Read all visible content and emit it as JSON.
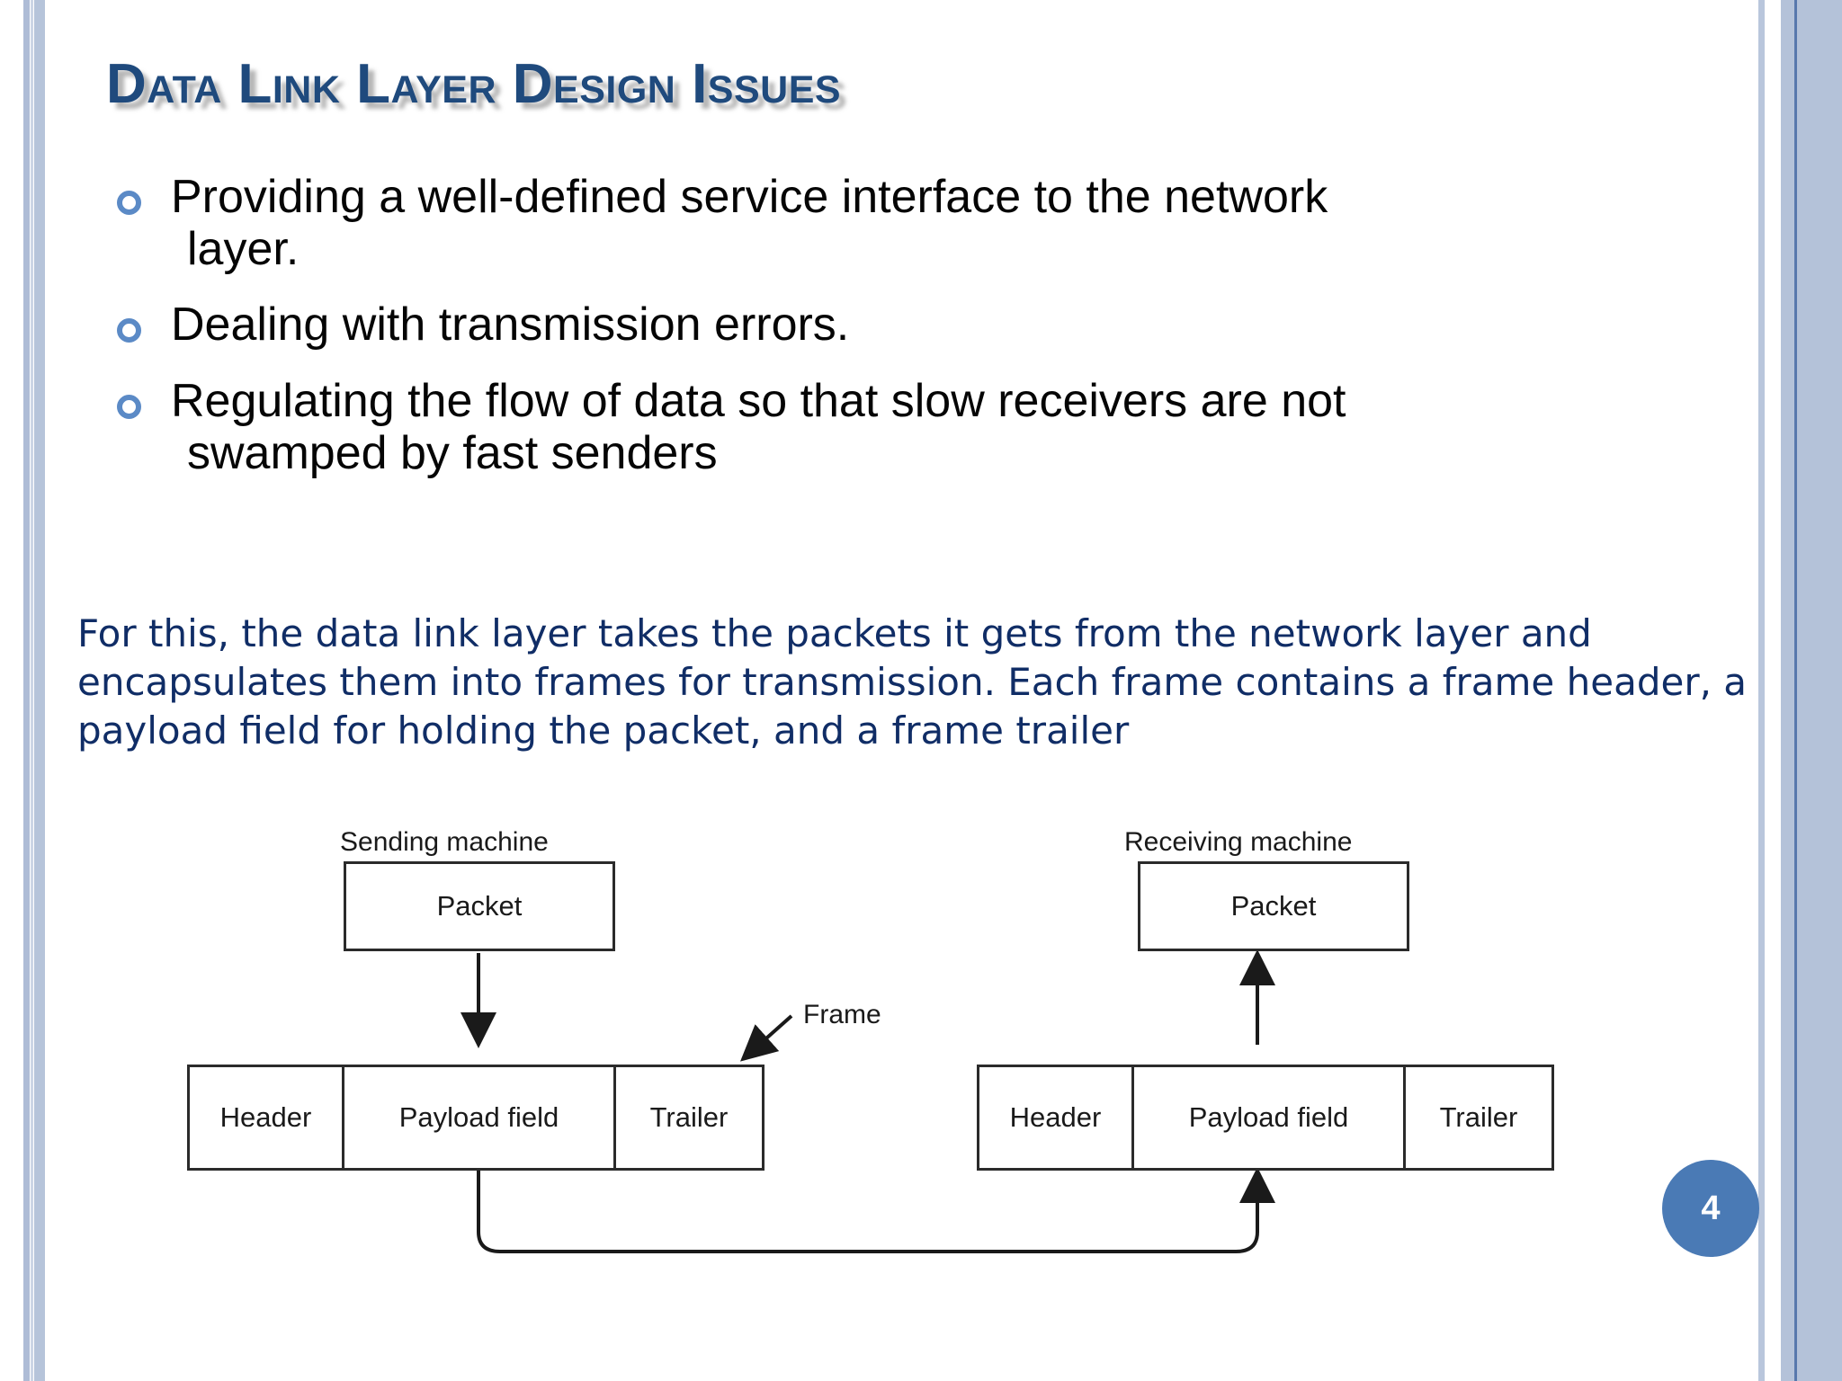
{
  "slide": {
    "title": "Data Link Layer Design Issues",
    "page_number": "4",
    "accent_color": "#1f4a7d",
    "bullet_color": "#5b8ac6",
    "paragraph_color": "#102d66",
    "badge_color": "#4a7ab5"
  },
  "bullets": [
    {
      "line1": "Providing a well-defined service interface to the network",
      "line2": "layer."
    },
    {
      "line1": "Dealing with transmission errors.",
      "line2": ""
    },
    {
      "line1": "Regulating the flow of data so that slow receivers are not",
      "line2": "swamped by fast senders"
    }
  ],
  "paragraph": "For this, the data link layer takes the packets it gets from the network layer and  encapsulates them into frames for transmission. Each frame contains a frame  header, a payload field for holding the packet, and a frame trailer",
  "diagram": {
    "sending_label": "Sending machine",
    "receiving_label": "Receiving machine",
    "packet_left": "Packet",
    "packet_right": "Packet",
    "frame_label": "Frame",
    "frame_left": {
      "header": "Header",
      "payload": "Payload field",
      "trailer": "Trailer"
    },
    "frame_right": {
      "header": "Header",
      "payload": "Payload field",
      "trailer": "Trailer"
    }
  }
}
